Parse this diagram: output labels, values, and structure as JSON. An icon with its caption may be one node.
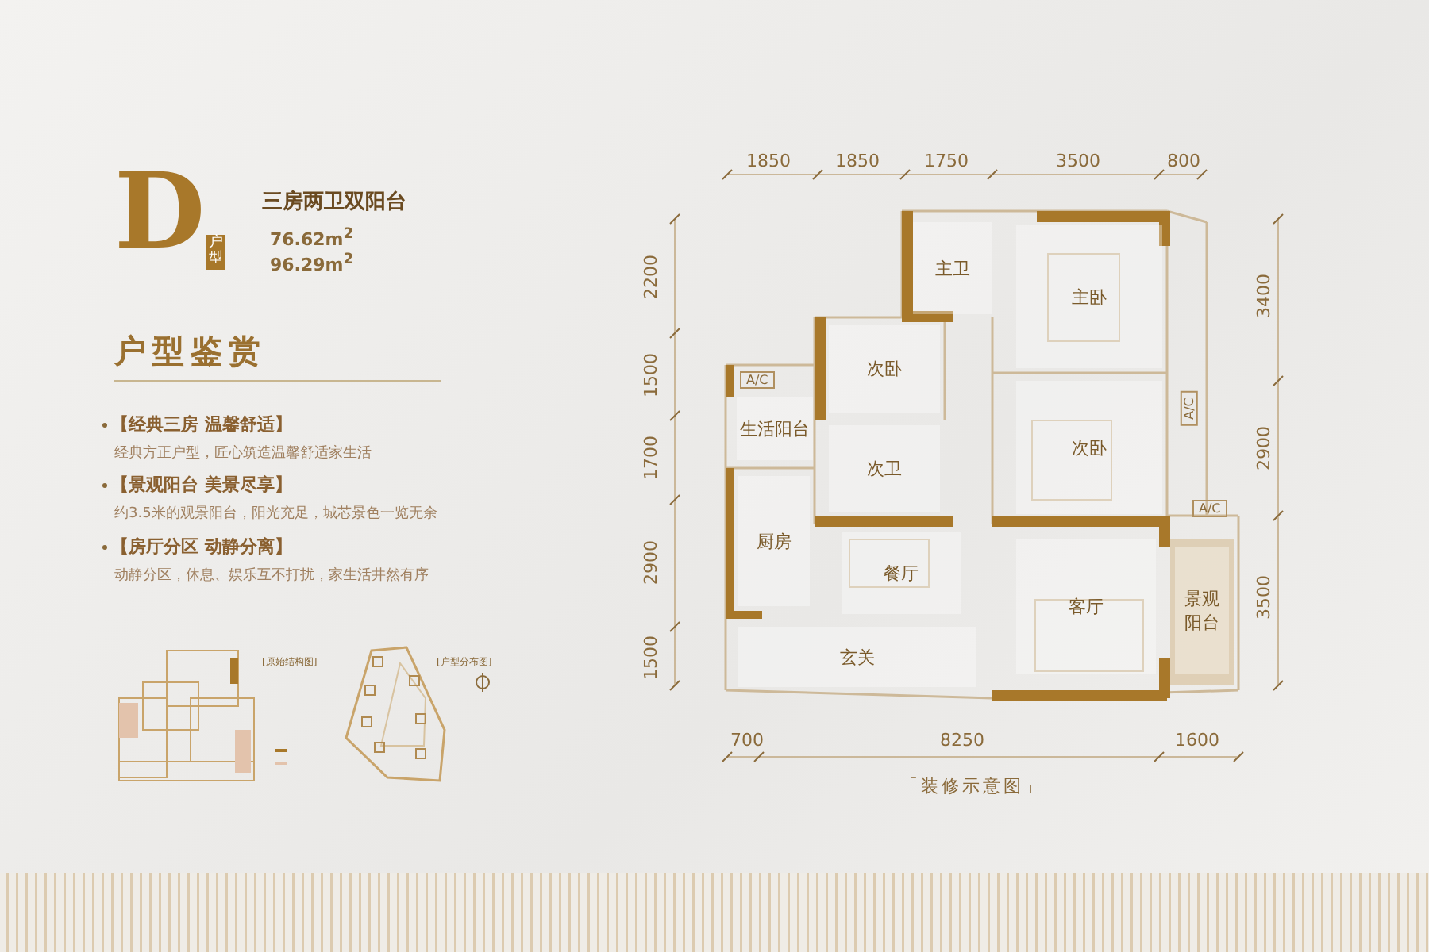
{
  "diagram": {
    "nodes": [
      {
        "text": [
          "主卫"
        ]
      },
      {
        "text": [
          "主卧"
        ]
      },
      {
        "text": [
          "次卧"
        ]
      },
      {
        "text": [
          "生活阳台"
        ]
      },
      {
        "text": [
          "次卧"
        ]
      },
      {
        "text": [
          "次卫"
        ]
      },
      {
        "text": [
          "厨房"
        ]
      },
      {
        "text": [
          "餐厅"
        ]
      },
      {
        "text": [
          "客厅"
        ]
      },
      {
        "text": [
          "景观阳台"
        ]
      },
      {
        "text": [
          "玄关"
        ]
      }
    ],
    "edges": [],
    "labels": [
      "D",
      "户型",
      "三房两卫双阳台",
      "76.62m$^{2}$",
      "96.29m$^{2}$",
      "户型鉴赏",
      "【经典三房 温馨舒适】",
      "经典方正户型，匠心筑造温馨舒适家生活",
      "【景观阳台 美景尽享】",
      "约3.5米的观景阳台，阳光充足，城芯景色一览无余",
      "【房厅分区 动静分离】",
      "动静分区，休息、娱乐互不打扰，家生活井然有序",
      "[原始结构图]",
      "[户型分布图]",
      "1850",
      "1850",
      "1750",
      "3500",
      "800",
      "2200",
      "1500",
      "1700",
      "2900",
      "1500",
      "3400",
      "2900",
      "3500",
      "700",
      "8250",
      "1600",
      "「装修示意图」",
      "A/C",
      "A/C",
      "A/C"
    ]
  }
}
